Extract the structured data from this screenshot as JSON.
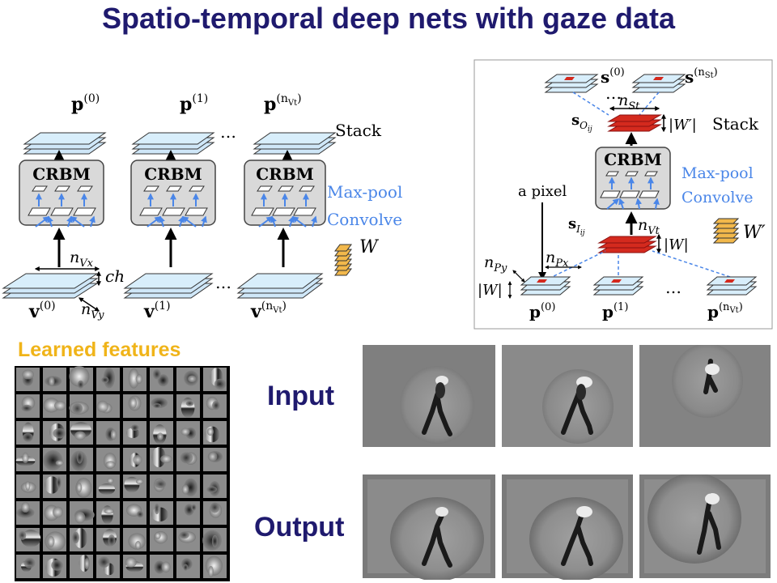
{
  "title": "Spatio-temporal deep nets with gaze data",
  "left_diagram": {
    "columns": [
      {
        "p_base": "p",
        "p_sup": "(0)",
        "v_base": "v",
        "v_sup": "(0)"
      },
      {
        "p_base": "p",
        "p_sup": "(1)",
        "v_base": "v",
        "v_sup": "(1)"
      },
      {
        "p_base": "p",
        "p_sup": "(n",
        "p_sup_sub": "Vt",
        "p_sup_close": ")",
        "v_base": "v",
        "v_sup": "(n",
        "v_sup_sub": "Vt",
        "v_sup_close": ")"
      }
    ],
    "crbm_label": "CRBM",
    "stack_label": "Stack",
    "maxpool_label": "Max-pool",
    "convolve_label": "Convolve",
    "w_label": "W",
    "ellipsis": "…",
    "nvx": {
      "base": "n",
      "sub": "Vx"
    },
    "nvy": {
      "base": "n",
      "sub": "Vy"
    },
    "ch_label": "ch"
  },
  "right_diagram": {
    "s0": {
      "base": "s",
      "sup": "(0)"
    },
    "snst": {
      "base": "s",
      "sup": "(n",
      "sup_sub": "St",
      "sup_close": ")"
    },
    "nst": {
      "base": "n",
      "sub": "St"
    },
    "so": {
      "base": "s",
      "sub": "O",
      "subsub": "ij"
    },
    "wprime_abs": "|W′|",
    "stack_label": "Stack",
    "crbm_label": "CRBM",
    "maxpool_label": "Max-pool",
    "convolve_label": "Convolve",
    "a_pixel": "a pixel",
    "si": {
      "base": "s",
      "sub": "I",
      "subsub": "ij"
    },
    "nvt": {
      "base": "n",
      "sub": "Vt"
    },
    "w_abs": "|W|",
    "wprime": "W′",
    "npy": {
      "base": "n",
      "sub": "Py"
    },
    "npx": {
      "base": "n",
      "sub": "Px"
    },
    "w_abs_left": "|W|",
    "p0": {
      "base": "p",
      "sup": "(0)"
    },
    "p1": {
      "base": "p",
      "sup": "(1)"
    },
    "pnvt": {
      "base": "p",
      "sup": "(n",
      "sup_sub": "Vt",
      "sup_close": ")"
    },
    "ellipsis": "…"
  },
  "learned_features_title": "Learned features",
  "input_label": "Input",
  "output_label": "Output",
  "colors": {
    "title": "#1f1a6e",
    "accent_blue": "#4a86e8",
    "learned_title": "#f0b419",
    "red_layer": "#d42a1e",
    "w_gold": "#f2b84b"
  }
}
